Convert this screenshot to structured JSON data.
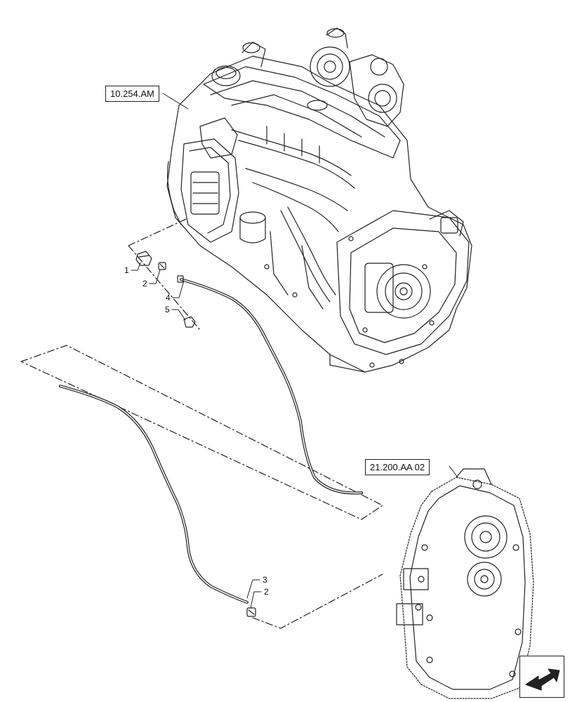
{
  "references": {
    "engine": "10.254.AM",
    "transmission": "21.200.AA 02"
  },
  "callouts": {
    "c1": "1",
    "c2_top": "2",
    "c4": "4",
    "c5": "5",
    "c3": "3",
    "c2_bottom": "2"
  },
  "icons": {
    "navigation": "next-page-arrow-icon"
  },
  "colors": {
    "line": "#222222",
    "background": "#ffffff"
  }
}
